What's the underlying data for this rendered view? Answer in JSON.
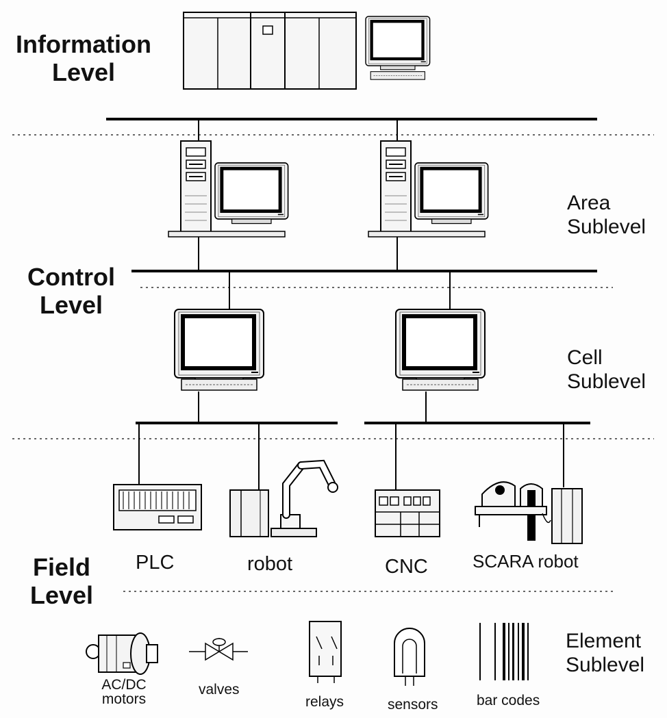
{
  "levels": {
    "information": {
      "line1": "Information",
      "line2": "Level"
    },
    "control": {
      "line1": "Control",
      "line2": "Level"
    },
    "field": {
      "line1": "Field",
      "line2": "Level"
    }
  },
  "sublevels": {
    "area": {
      "line1": "Area",
      "line2": "Sublevel"
    },
    "cell": {
      "line1": "Cell",
      "line2": "Sublevel"
    },
    "element": {
      "line1": "Element",
      "line2": "Sublevel"
    }
  },
  "field_devices": {
    "plc": "PLC",
    "robot": "robot",
    "cnc": "CNC",
    "scara": "SCARA robot"
  },
  "elements": {
    "motors_line1": "AC/DC",
    "motors_line2": "motors",
    "valves": "valves",
    "relays": "relays",
    "sensors": "sensors",
    "bar_codes": "bar codes"
  }
}
